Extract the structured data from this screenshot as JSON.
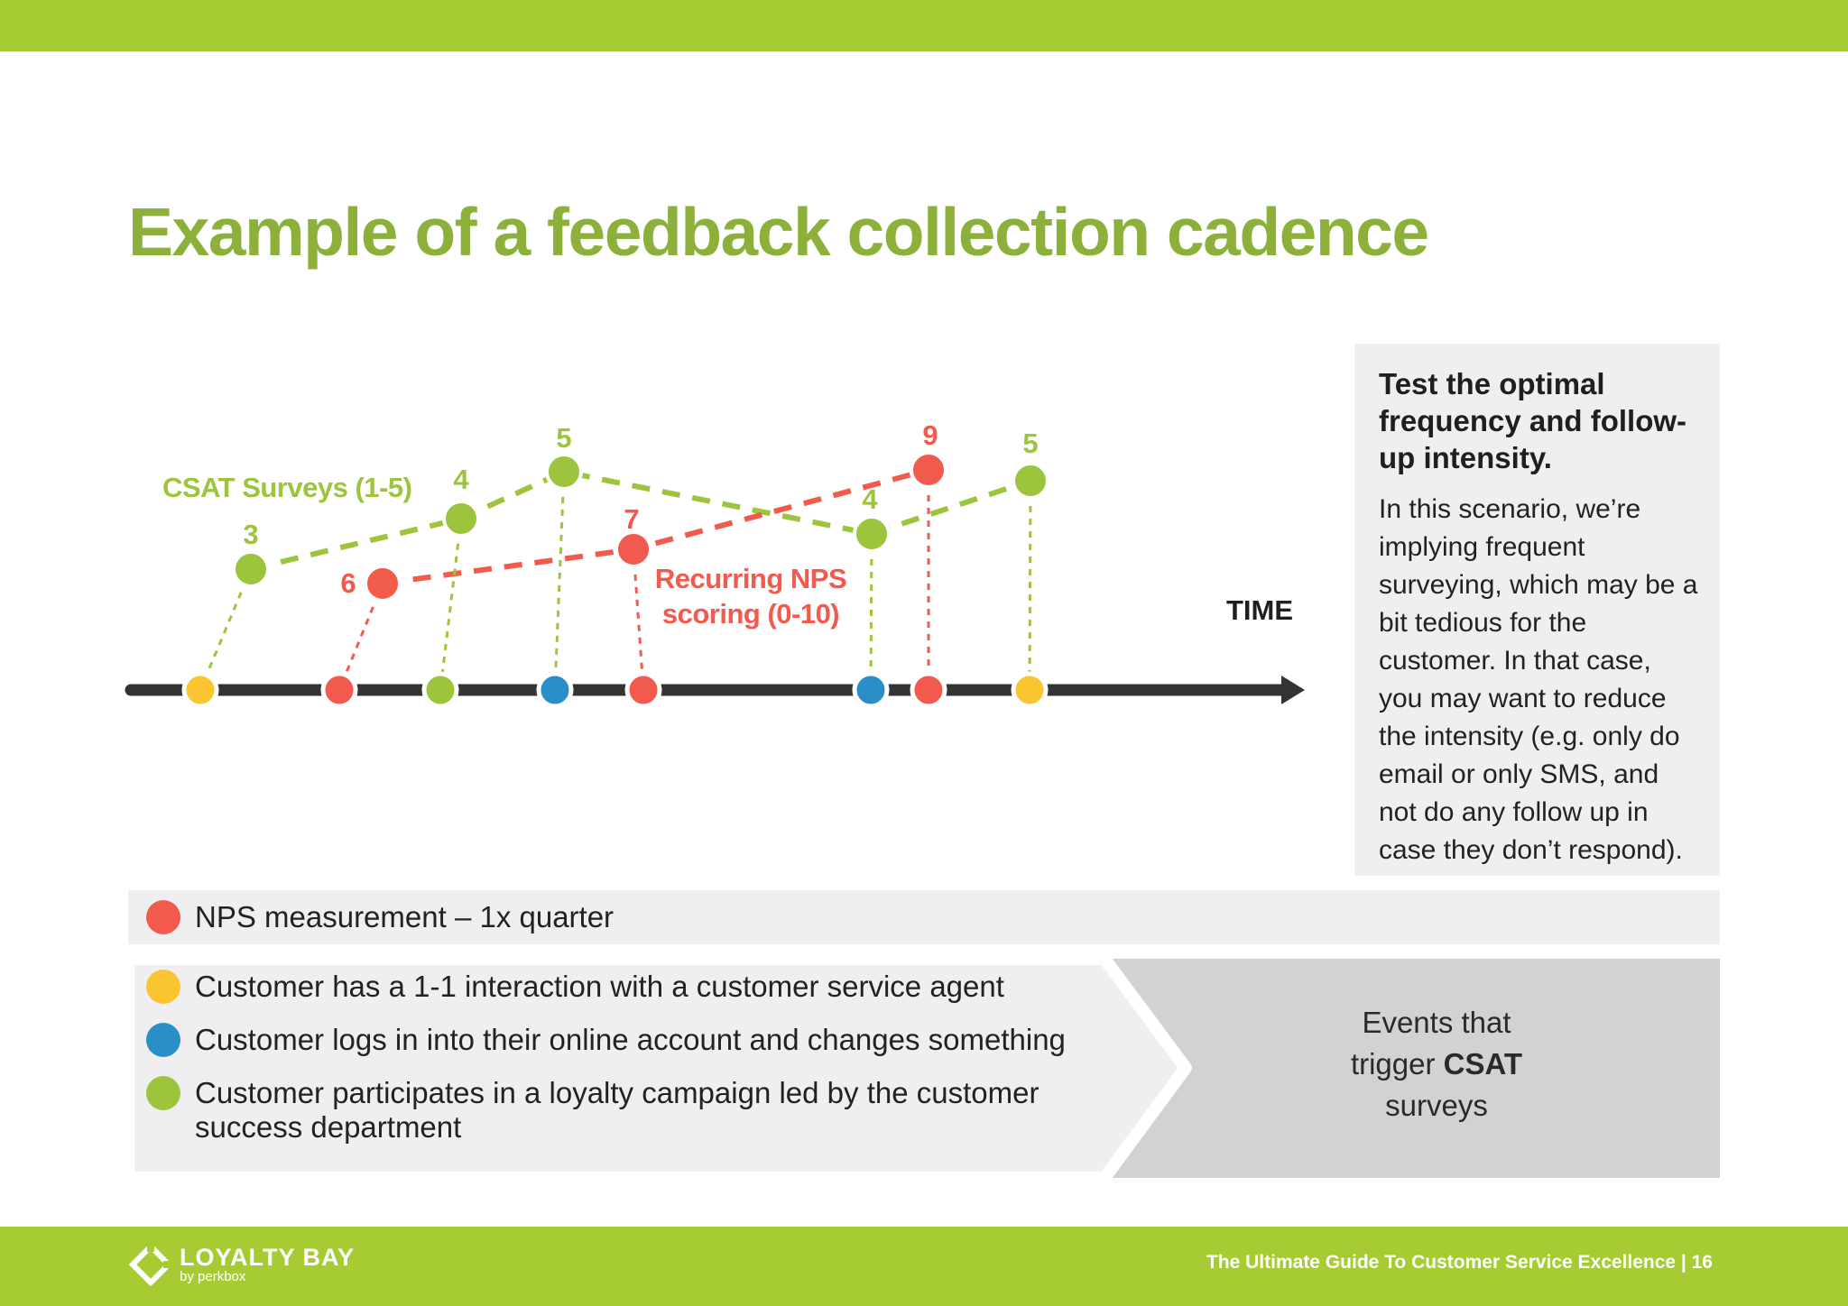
{
  "title": "Example of a feedback collection cadence",
  "diagram": {
    "csat_label": "CSAT Surveys (1-5)",
    "nps_label_line1": "Recurring NPS",
    "nps_label_line2": "scoring (0-10)",
    "time_label": "TIME",
    "csat_scores": [
      "3",
      "4",
      "5",
      "4",
      "5"
    ],
    "nps_scores": [
      "6",
      "7",
      "9"
    ]
  },
  "sidebar": {
    "heading": "Test the optimal frequency and follow-up intensity.",
    "body": "In this scenario, we’re implying frequent surveying, which may be a bit tedious for the customer. In that case, you may want to reduce the intensity (e.g. only do email or only SMS, and not do any follow up in case they don’t respond)."
  },
  "legend": {
    "nps": "NPS measurement – 1x quarter",
    "csat_events": [
      "Customer has a 1-1 interaction with a customer service agent",
      "Customer logs in into their online account and changes something",
      "Customer participates in a loyalty campaign led by the customer success department"
    ],
    "trigger_line1": "Events that",
    "trigger_line2_prefix": "trigger ",
    "trigger_line2_bold": "CSAT",
    "trigger_line3": "surveys"
  },
  "footer": {
    "logo_name": "LOYALTY BAY",
    "logo_sub": "by perkbox",
    "page_text": "The Ultimate Guide To Customer Service Excellence | 16"
  },
  "colors": {
    "brand_green": "#a7cc33",
    "title_green": "#8cb03a",
    "csat_green": "#9cc43c",
    "nps_red": "#f25a4d",
    "interaction_yellow": "#fbc531",
    "login_blue": "#2a8fc8",
    "axis_dark": "#333333"
  }
}
